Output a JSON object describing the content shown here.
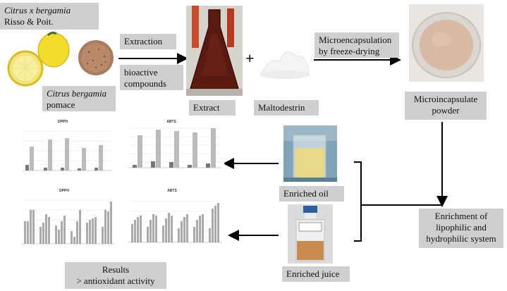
{
  "species": {
    "line1": "Citrus x  bergamia",
    "line2": "Risso & Poit."
  },
  "pomace": {
    "line1": "Citrus bergamia",
    "line2": "pomace"
  },
  "extraction": "Extraction",
  "bioactive": {
    "line1": "bioactive",
    "line2": "compounds"
  },
  "extract": "Extract",
  "plus": "+",
  "maltodestrin": "Maltodestrin",
  "microencapsulation": {
    "line1": "Microencapsulation",
    "line2": "by freeze-drying"
  },
  "powder": {
    "line1": "Microincapsulate",
    "line2": "powder"
  },
  "enriched_oil": "Enriched oil",
  "enriched_juice": "Enriched juice",
  "enrichment": {
    "line1": "Enrichment of",
    "line2": "lipophilic and",
    "line3": "hydrophilic system"
  },
  "results": {
    "line1": "Results",
    "line2": "> antioxidant activity"
  },
  "charts": {
    "dpph_top": "DPPH",
    "abts_top": "ABTS",
    "dpph_bottom": "DPPH",
    "abts_bottom": "ABTS"
  },
  "colors": {
    "box": "#cfcfcf",
    "arrow": "#000000",
    "lemon": "#f2dc2a",
    "extract": "#5a1a10",
    "powder": "#d8b9a3",
    "oil": "#e6d98a",
    "juice": "#c98b4e"
  }
}
